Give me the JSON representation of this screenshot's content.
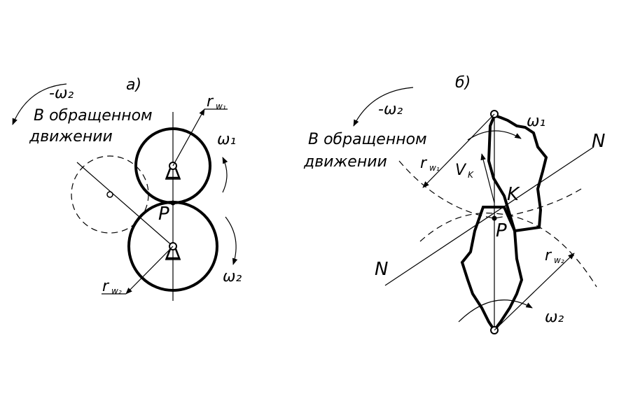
{
  "panel_a": {
    "label": "а)",
    "rotation_label": "-ω₂",
    "caption_line1": "В обращенном",
    "caption_line2": "движении",
    "pitch_radius_1": "r",
    "pitch_radius_1_sub": "w₁",
    "pitch_radius_2": "r",
    "pitch_radius_2_sub": "w₂",
    "omega_1": "ω₁",
    "omega_2": "ω₂",
    "pitch_point": "P"
  },
  "panel_b": {
    "label": "б)",
    "rotation_label": "-ω₂",
    "caption_line1": "В обращенном",
    "caption_line2": "движении",
    "pitch_radius_1": "r",
    "pitch_radius_1_sub": "w₁",
    "pitch_radius_2": "r",
    "pitch_radius_2_sub": "w₂",
    "omega_1": "ω₁",
    "omega_2": "ω₂",
    "velocity": "V",
    "velocity_sub": "K",
    "contact_point": "K",
    "pitch_point": "P",
    "line_n_top": "N",
    "line_n_bottom": "N"
  }
}
